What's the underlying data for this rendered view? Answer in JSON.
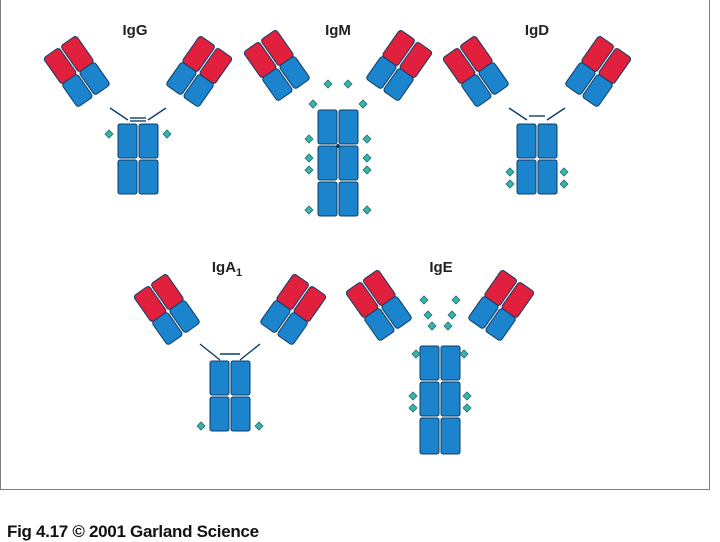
{
  "colors": {
    "light_chain_constant": "#1c84cc",
    "variable_region": "#e0203c",
    "outline": "#0d3d66",
    "glycan": "#3bb1ad",
    "glycan_outline": "#1e6e69"
  },
  "antibodies": [
    {
      "name": "IgG",
      "subscript": ""
    },
    {
      "name": "IgM",
      "subscript": ""
    },
    {
      "name": "IgD",
      "subscript": ""
    },
    {
      "name": "IgA",
      "subscript": "1"
    },
    {
      "name": "IgE",
      "subscript": ""
    }
  ],
  "caption": "Fig 4.17  © 2001 Garland Science"
}
